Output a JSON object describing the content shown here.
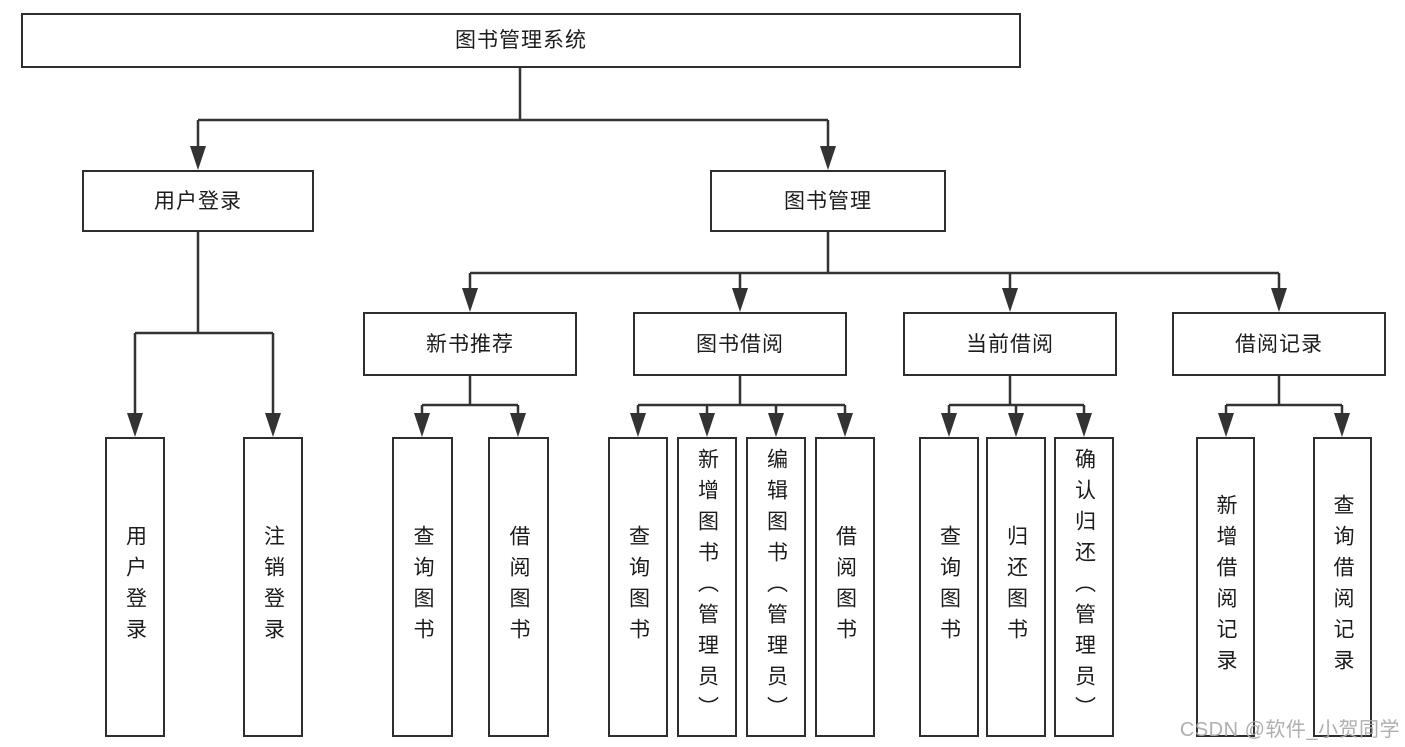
{
  "colors": {
    "background": "#ffffff",
    "line": "#333333",
    "box_border": "#2e2e2e",
    "text": "#1c1c1c",
    "watermark": "#ababab"
  },
  "watermark": "CSDN @软件_小贺同学",
  "tree": {
    "root": "图书管理系统",
    "level2": {
      "user_login": "用户登录",
      "book_mgmt": "图书管理"
    },
    "level3": {
      "new_book_rec": "新书推荐",
      "book_borrow": "图书借阅",
      "current_borrow": "当前借阅",
      "borrow_record": "借阅记录"
    },
    "leaves": {
      "user_login": "用户登录",
      "logout": "注销登录",
      "nbr_query": "查询图书",
      "nbr_borrow": "借阅图书",
      "bb_query": "查询图书",
      "bb_add": "新增图书（管理员）",
      "bb_edit": "编辑图书（管理员）",
      "bb_borrow": "借阅图书",
      "cb_query": "查询图书",
      "cb_return": "归还图书",
      "cb_confirm": "确认归还（管理员）",
      "br_add": "新增借阅记录",
      "br_query": "查询借阅记录"
    }
  }
}
